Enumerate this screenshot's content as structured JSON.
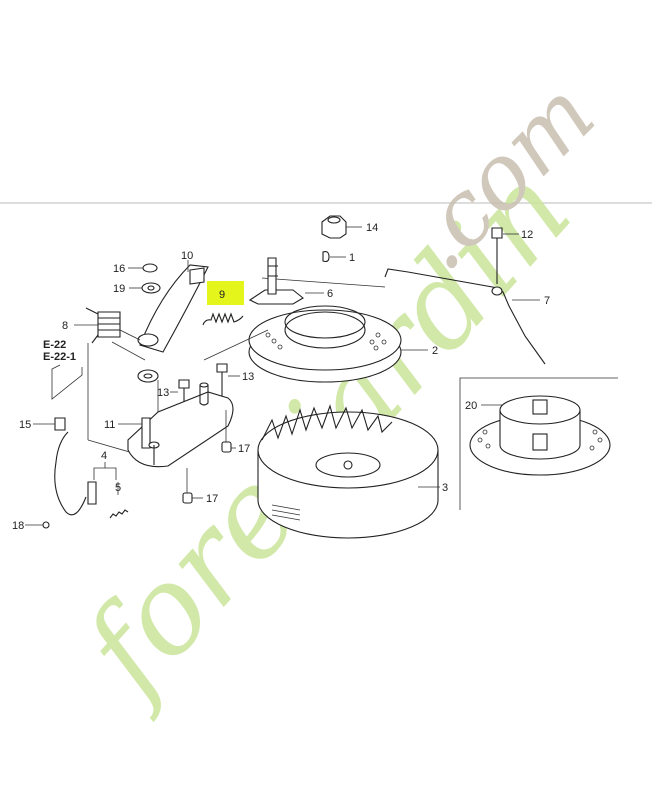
{
  "diagram": {
    "callouts": {
      "c1": "1",
      "c2": "2",
      "c3": "3",
      "c4": "4",
      "c5": "5",
      "c6": "6",
      "c7": "7",
      "c8": "8",
      "c9": "9",
      "c10": "10",
      "c11": "11",
      "c12": "12",
      "c13a": "13",
      "c13b": "13",
      "c14": "14",
      "c15": "15",
      "c16": "16",
      "c17a": "17",
      "c17b": "17",
      "c18": "18",
      "c19": "19",
      "c20": "20"
    },
    "references": [
      "E-22",
      "E-22-1"
    ],
    "highlight_color": "#e4f51c",
    "highlighted_part": "9"
  },
  "watermark": {
    "text_main": "foretjardin",
    "text_suffix": ".com",
    "color_main": "#c9e59a",
    "color_suffix": "#c9bfb1"
  }
}
